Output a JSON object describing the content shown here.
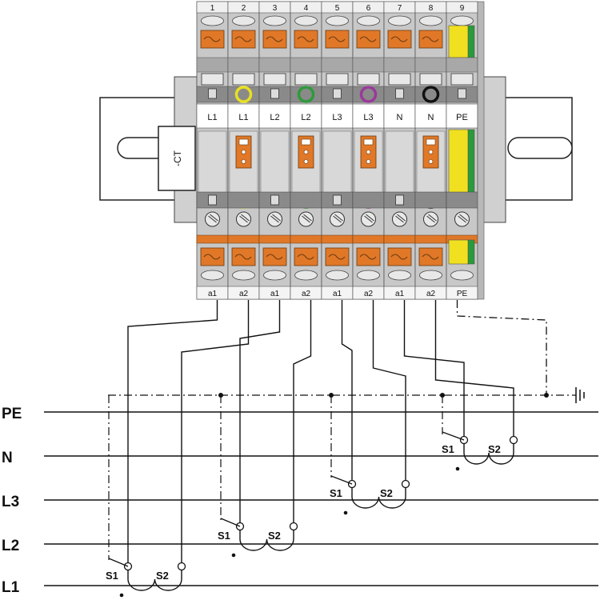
{
  "terminals": [
    {
      "num": "1",
      "phase": "L1",
      "wire": "a1",
      "ring": ""
    },
    {
      "num": "2",
      "phase": "L1",
      "wire": "a2",
      "ring": "#e8e020"
    },
    {
      "num": "3",
      "phase": "L2",
      "wire": "a1",
      "ring": ""
    },
    {
      "num": "4",
      "phase": "L2",
      "wire": "a2",
      "ring": "#2e9a3a"
    },
    {
      "num": "5",
      "phase": "L3",
      "wire": "a1",
      "ring": ""
    },
    {
      "num": "6",
      "phase": "L3",
      "wire": "a2",
      "ring": "#9a3a9a"
    },
    {
      "num": "7",
      "phase": "N",
      "wire": "a1",
      "ring": ""
    },
    {
      "num": "8",
      "phase": "N",
      "wire": "a2",
      "ring": "#111111"
    }
  ],
  "pe_terminal": {
    "num": "9",
    "phase": "PE",
    "wire": "PE"
  },
  "ct_label": "-CT",
  "bus_lines": [
    {
      "label": "PE"
    },
    {
      "label": "N"
    },
    {
      "label": "L3"
    },
    {
      "label": "L2"
    },
    {
      "label": "L1"
    }
  ],
  "transformers": [
    {
      "s1": "S1",
      "s2": "S2"
    },
    {
      "s1": "S1",
      "s2": "S2"
    },
    {
      "s1": "S1",
      "s2": "S2"
    },
    {
      "s1": "S1",
      "s2": "S2"
    }
  ],
  "colors": {
    "housing": "#c8c8c8",
    "housing_dark": "#a8a8a8",
    "clamp": "#e07828",
    "pe_yellow": "#f0e020",
    "pe_green": "#2a9a3a",
    "rail": "#ffffff",
    "line": "#111111"
  }
}
